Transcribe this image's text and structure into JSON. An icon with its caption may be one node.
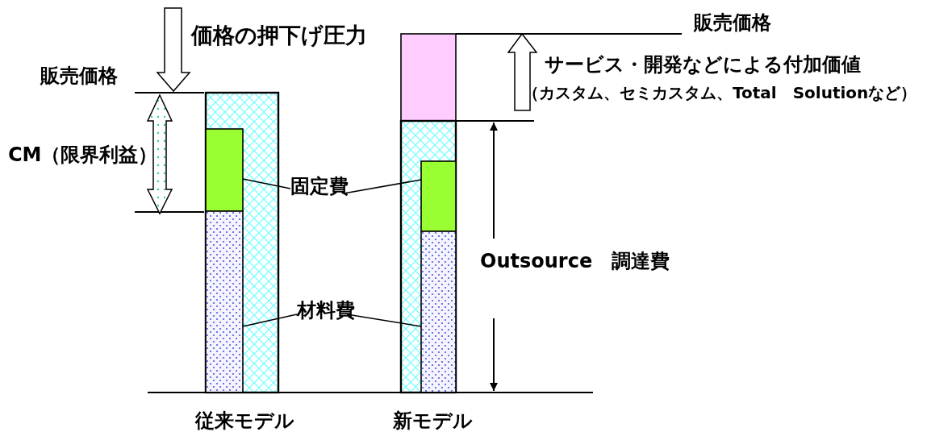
{
  "diagram": {
    "nodes": [
      {
        "text": [],
        "shape": "bar"
      },
      {
        "text": [],
        "shape": "box",
        "in": 0
      },
      {
        "text": [],
        "shape": "box",
        "in": 0
      },
      {
        "text": [],
        "shape": "box"
      },
      {
        "text": [],
        "shape": "bar"
      },
      {
        "text": [],
        "shape": "box",
        "in": 4
      },
      {
        "text": [],
        "shape": "box",
        "in": 4
      },
      {
        "text": [
          "固定費"
        ]
      },
      {
        "text": [
          "材料費"
        ]
      }
    ],
    "edges": [
      {
        "from": 7,
        "to": 1,
        "arrow": "none"
      },
      {
        "from": 7,
        "to": 5,
        "arrow": "none"
      },
      {
        "from": 8,
        "to": 2,
        "arrow": "none"
      },
      {
        "from": 8,
        "to": 6,
        "arrow": "none"
      }
    ],
    "labels": [
      "販売価格",
      "価格の押下げ圧力",
      "サービス・開発などによる付加価値",
      "販売価格",
      "（カスタム、セミカスタム、Total　Solutionなど）",
      "CM（限界利益）",
      "Outsource　調達費",
      "従来モデル",
      "新モデル"
    ]
  }
}
